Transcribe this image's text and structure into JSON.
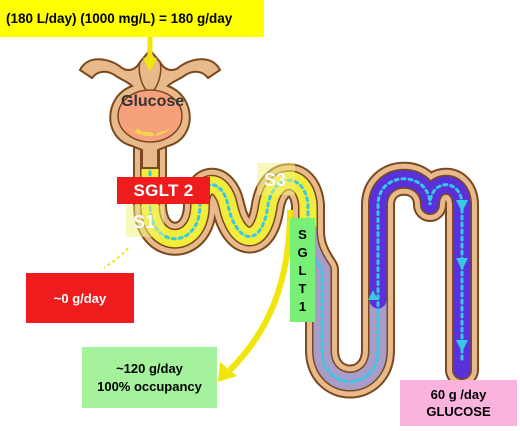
{
  "header": {
    "text": "(180 L/day) (1000 mg/L) = 180 g/day"
  },
  "glomerulus": {
    "label": "Glucose"
  },
  "sglt2": {
    "label": "SGLT 2"
  },
  "segments": {
    "s1": "S1",
    "s3": "S3"
  },
  "sglt1": {
    "letters": [
      "S",
      "G",
      "L",
      "T",
      "1"
    ]
  },
  "reabsorption_s1": {
    "text": "~0 g/day"
  },
  "reabsorption_s3": {
    "line1": "~120 g/day",
    "line2": "100% occupancy"
  },
  "excretion": {
    "line1": "60 g /day",
    "line2": "GLUCOSE"
  },
  "colors": {
    "header_bg": "#ffff00",
    "sglt2_bg": "#ee1c1c",
    "sglt1_bg": "#78f078",
    "zero_bg": "#ee1c1c",
    "occupancy_bg": "#a4f29c",
    "excretion_bg": "#f9b3dd",
    "tubule_wall": "#e8b98a",
    "tubule_outline": "#7a4a1e",
    "proximal_lumen": "#f2ec3a",
    "distal_lumen": "#5a30d8",
    "flow_dots": "#35c9e6",
    "arrow_yellow": "#f0e60a",
    "glomerulus": "#f6a07c"
  }
}
